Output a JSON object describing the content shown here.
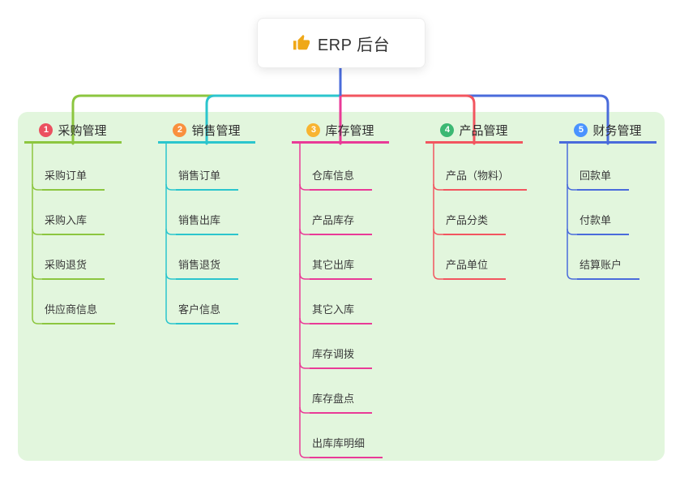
{
  "root": {
    "label": "ERP 后台",
    "icon": "thumbs-up-icon",
    "icon_color": "#efa818"
  },
  "branches": [
    {
      "index": "1",
      "label": "采购管理",
      "badge_color": "#eb5160",
      "line_color": "#8cc63f",
      "children": [
        "采购订单",
        "采购入库",
        "采购退货",
        "供应商信息"
      ]
    },
    {
      "index": "2",
      "label": "销售管理",
      "badge_color": "#f9903e",
      "line_color": "#2bc5cd",
      "children": [
        "销售订单",
        "销售出库",
        "销售退货",
        "客户信息"
      ]
    },
    {
      "index": "3",
      "label": "库存管理",
      "badge_color": "#f8b431",
      "line_color": "#e93a97",
      "children": [
        "仓库信息",
        "产品库存",
        "其它出库",
        "其它入库",
        "库存调拨",
        "库存盘点",
        "出库库明细"
      ]
    },
    {
      "index": "4",
      "label": "产品管理",
      "badge_color": "#3cb873",
      "line_color": "#f2555f",
      "children": [
        "产品（物料）",
        "产品分类",
        "产品单位"
      ]
    },
    {
      "index": "5",
      "label": "财务管理",
      "badge_color": "#4a93ff",
      "line_color": "#4a6bdb",
      "children": [
        "回款单",
        "付款单",
        "结算账户"
      ]
    }
  ],
  "colors": {
    "trunk": "#4a6bdb",
    "panel_bg": "#e2f6dd"
  }
}
